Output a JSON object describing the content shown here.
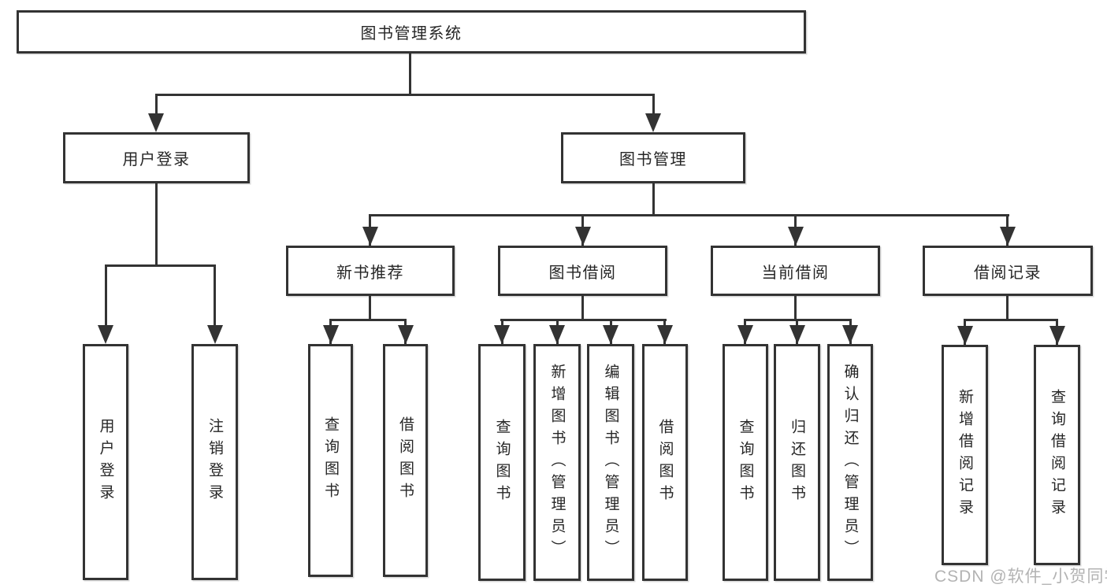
{
  "colors": {
    "line": "#333333",
    "text": "#262626",
    "watermark": "#b3b3b3",
    "background": "#ffffff"
  },
  "diagram": {
    "root": {
      "label": "图书管理系统"
    },
    "branches": [
      {
        "label": "用户登录",
        "children": [
          "用户登录",
          "注销登录"
        ]
      },
      {
        "label": "图书管理",
        "groups": [
          {
            "label": "新书推荐",
            "children": [
              "查询图书",
              "借阅图书"
            ]
          },
          {
            "label": "图书借阅",
            "children": [
              "查询图书",
              "新增图书（管理员）",
              "编辑图书（管理员）",
              "借阅图书"
            ]
          },
          {
            "label": "当前借阅",
            "children": [
              "查询图书",
              "归还图书",
              "确认归还（管理员）"
            ]
          },
          {
            "label": "借阅记录",
            "children": [
              "新增借阅记录",
              "查询借阅记录"
            ]
          }
        ]
      }
    ]
  },
  "watermark": {
    "text": "CSDN @软件_小贺同学"
  }
}
